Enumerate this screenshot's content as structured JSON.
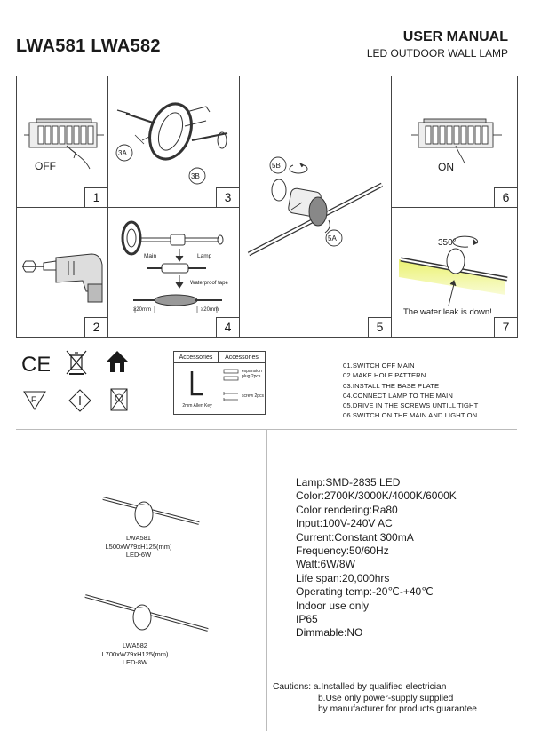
{
  "header": {
    "models": "LWA581 LWA582",
    "manual_title": "USER MANUAL",
    "manual_subtitle": "LED OUTDOOR WALL LAMP"
  },
  "steps": {
    "step1": {
      "num": "1",
      "switch_label": "OFF"
    },
    "step2": {
      "num": "2"
    },
    "step3": {
      "num": "3",
      "callout_a": "3A",
      "callout_b": "3B"
    },
    "step4": {
      "num": "4",
      "main_label": "Main",
      "lamp_label": "Lamp",
      "tape_label": "Waterproof tape",
      "left_dim": "≥20mm",
      "right_dim": "≥20mm"
    },
    "step5": {
      "num": "5",
      "callout_b": "5B",
      "callout_a": "5A"
    },
    "step6": {
      "num": "6",
      "switch_label": "ON"
    },
    "step7": {
      "num": "7",
      "rotation": "350°",
      "water_note": "The water leak is down!"
    }
  },
  "accessories": {
    "header_left": "Accessories",
    "header_right": "Accessories",
    "allen_key": "2mm Allen Key",
    "expansion": "expansion plug 2pcs",
    "screw": "screw 2pcs"
  },
  "instructions": [
    "01.SWITCH OFF MAIN",
    "02.MAKE HOLE PATTERN",
    "03.INSTALL THE BASE PLATE",
    "04.CONNECT LAMP TO THE MAIN",
    "05.DRIVE IN THE SCREWS UNTILL TIGHT",
    "06.SWITCH ON THE MAIN AND LIGHT ON"
  ],
  "icons": {
    "ce": "CE",
    "f_mark": "F"
  },
  "products": [
    {
      "name": "LWA581",
      "dims": "L500xW79xH125(mm)",
      "power": "LED-6W"
    },
    {
      "name": "LWA582",
      "dims": "L700xW79xH125(mm)",
      "power": "LED-8W"
    }
  ],
  "specs": [
    "Lamp:SMD-2835 LED",
    "Color:2700K/3000K/4000K/6000K",
    "Color rendering:Ra80",
    "Input:100V-240V AC",
    "Current:Constant 300mA",
    "Frequency:50/60Hz",
    "Watt:6W/8W",
    "Life span:20,000hrs",
    "Operating temp:-20℃-+40℃",
    "Indoor use only",
    "IP65",
    "Dimmable:NO"
  ],
  "cautions": {
    "line1": "Cautions: a.Installed by qualified electrician",
    "line2": "b.Use only power-supply supplied",
    "line3": "by manufacturer for products guarantee"
  }
}
